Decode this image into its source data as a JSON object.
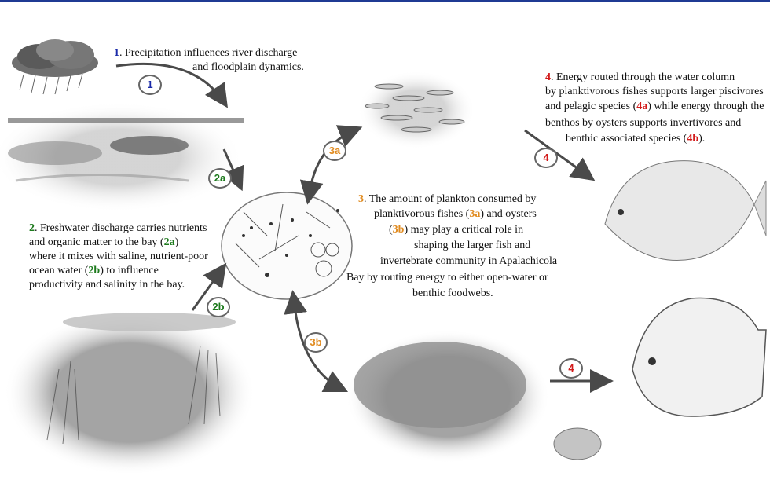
{
  "colors": {
    "blue": "#1a2aa8",
    "green": "#1d7a1d",
    "orange": "#e08a1e",
    "red": "#d21a1a",
    "arrow": "#4a4a4a",
    "topbar": "#1f3a93"
  },
  "icons": [
    "rain-cloud-icon",
    "marsh-illustration",
    "dune-grass-illustration",
    "plankton-illustration",
    "fish-school-illustration",
    "snapper-illustration",
    "oyster-reef-illustration",
    "crab-illustration",
    "drum-fish-illustration"
  ],
  "step1": {
    "num": "1",
    "line1_rest": ". Precipitation  influences river discharge",
    "line2": "and floodplain dynamics."
  },
  "step2": {
    "num": "2",
    "l1_rest": ". Freshwater discharge carries nutrients",
    "l2_a": "and organic matter to the bay (",
    "l2_tag": "2a",
    "l2_b": ")",
    "l3_a": "where it mixes with saline, nutrient-poor",
    "l4_a": "ocean water (",
    "l4_tag": "2b",
    "l4_b": ") to influence",
    "l5": "productivity and salinity in the bay."
  },
  "step3": {
    "num": "3",
    "l1_rest": ". The amount of plankton consumed by",
    "l2_a": "planktivorous fishes (",
    "l2_tag": "3a",
    "l2_b": ") and  oysters",
    "l3_a": "(",
    "l3_tag": "3b",
    "l3_b": ") may play a  critical role in",
    "l4": "shaping the larger  fish and",
    "l5": "invertebrate  community in Apalachicola",
    "l6": "Bay by routing energy to either open-water or",
    "l7": "benthic foodwebs."
  },
  "step4": {
    "num": "4",
    "l1_rest": ". Energy routed through the water column",
    "l2": "by planktivorous fishes supports larger piscivores",
    "l3_a": "and pelagic species (",
    "l3_tag": "4a",
    "l3_b": ") while energy through the",
    "l4": "benthos by oysters supports invertivores and",
    "l5_a": "benthic associated species (",
    "l5_tag": "4b",
    "l5_b": ")."
  },
  "badges": {
    "b1": "1",
    "b2a": "2a",
    "b2b": "2b",
    "b3a": "3a",
    "b3b": "3b",
    "b4a": "4",
    "b4b": "4"
  }
}
